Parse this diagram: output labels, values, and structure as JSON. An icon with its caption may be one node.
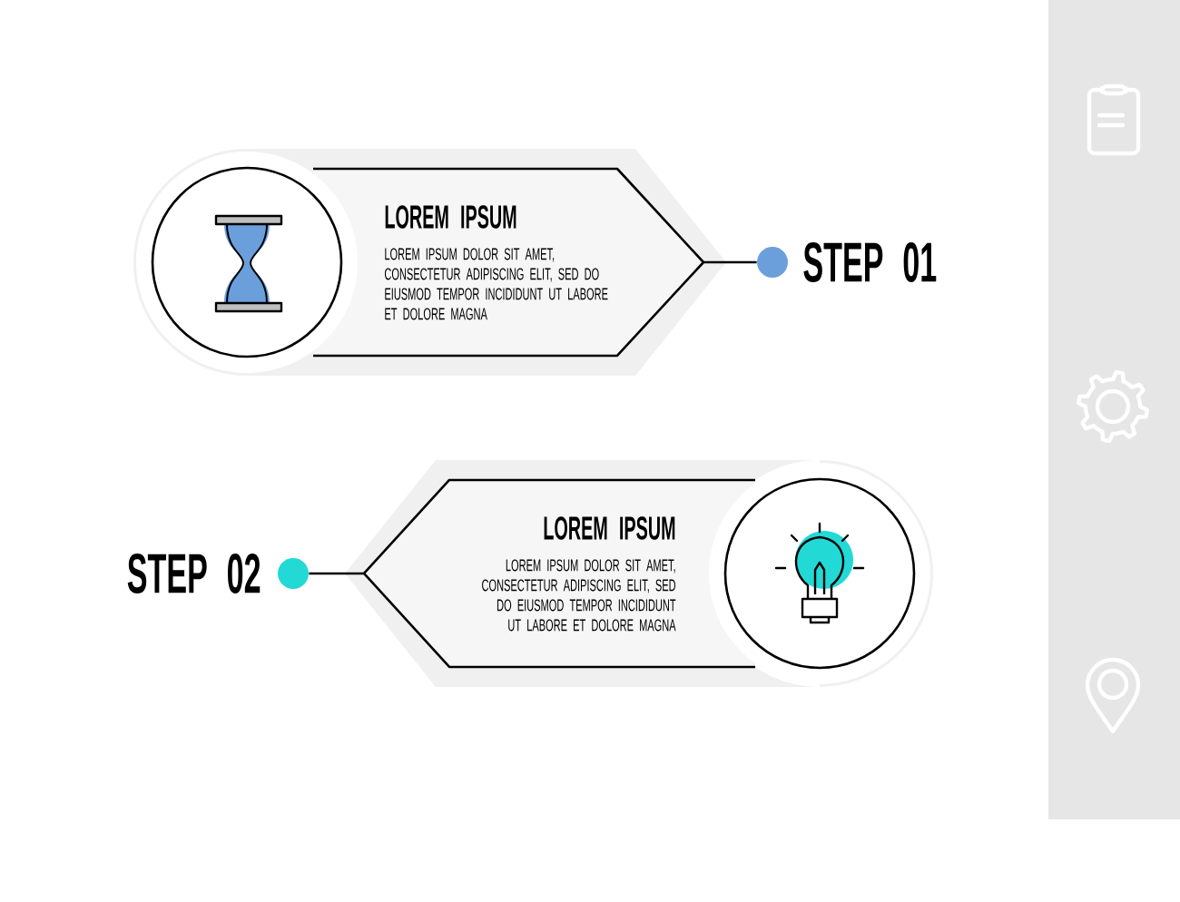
{
  "diagram": {
    "nodes": [
      {
        "text": [
          "LOREM IPSUM",
          "LOREM IPSUM DOLOR SIT AMET, CONSECTETUR ADIPISCING ELIT, SED DO EIUSMOD TEMPOR INCIDIDUNT UT LABORE ET DOLORE MAGNA"
        ]
      },
      {
        "text": [],
        "shape": "circle"
      },
      {
        "text": [],
        "shape": "circle",
        "beside": [
          "STEP 01"
        ]
      },
      {
        "text": [
          "LOREM IPSUM",
          "LOREM IPSUM DOLOR SIT AMET, CONSECTETUR ADIPISCING ELIT, SED DO EIUSMOD TEMPOR INCIDIDUNT UT LABORE ET DOLORE MAGNA"
        ]
      },
      {
        "text": [],
        "shape": "circle"
      },
      {
        "text": [],
        "shape": "circle",
        "beside": [
          "STEP 02"
        ]
      }
    ],
    "edges": [
      {
        "from": 0,
        "to": 2,
        "arrow": "none"
      },
      {
        "from": 3,
        "to": 5,
        "arrow": "none"
      }
    ]
  }
}
